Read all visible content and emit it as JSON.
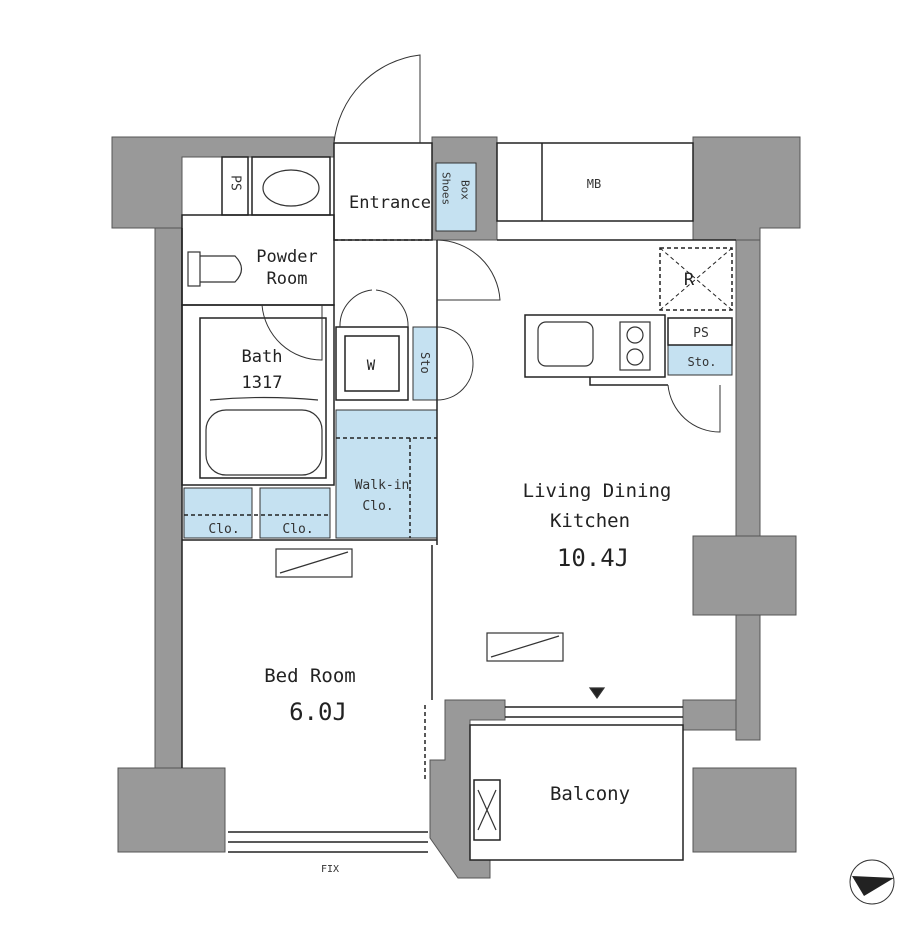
{
  "rooms": {
    "entrance": "Entrance",
    "shoes_box_1": "Shoes",
    "shoes_box_2": "Box",
    "mb": "MB",
    "ps_top": "PS",
    "powder_room_1": "Powder",
    "powder_room_2": "Room",
    "bath_1": "Bath",
    "bath_2": "1317",
    "washer": "W",
    "storage_left": "Sto",
    "walkin_1": "Walk-in",
    "walkin_2": "Clo.",
    "closet_1": "Clo.",
    "closet_2": "Clo.",
    "refrigerator": "R",
    "ps_kitchen": "PS",
    "storage_kitchen": "Sto.",
    "ldk_1": "Living Dining",
    "ldk_2": "Kitchen",
    "ldk_size": "10.4J",
    "bedroom": "Bed Room",
    "bedroom_size": "6.0J",
    "balcony": "Balcony",
    "fix": "FIX"
  },
  "colors": {
    "wall": "#999999",
    "storage_fill": "#c5e1f1",
    "line": "#222222",
    "floor": "#ffffff"
  },
  "icons": {
    "compass": "north-arrow-icon",
    "sink": "sink-icon",
    "stove": "stove-icon",
    "toilet": "toilet-icon",
    "bathtub": "bathtub-icon"
  }
}
